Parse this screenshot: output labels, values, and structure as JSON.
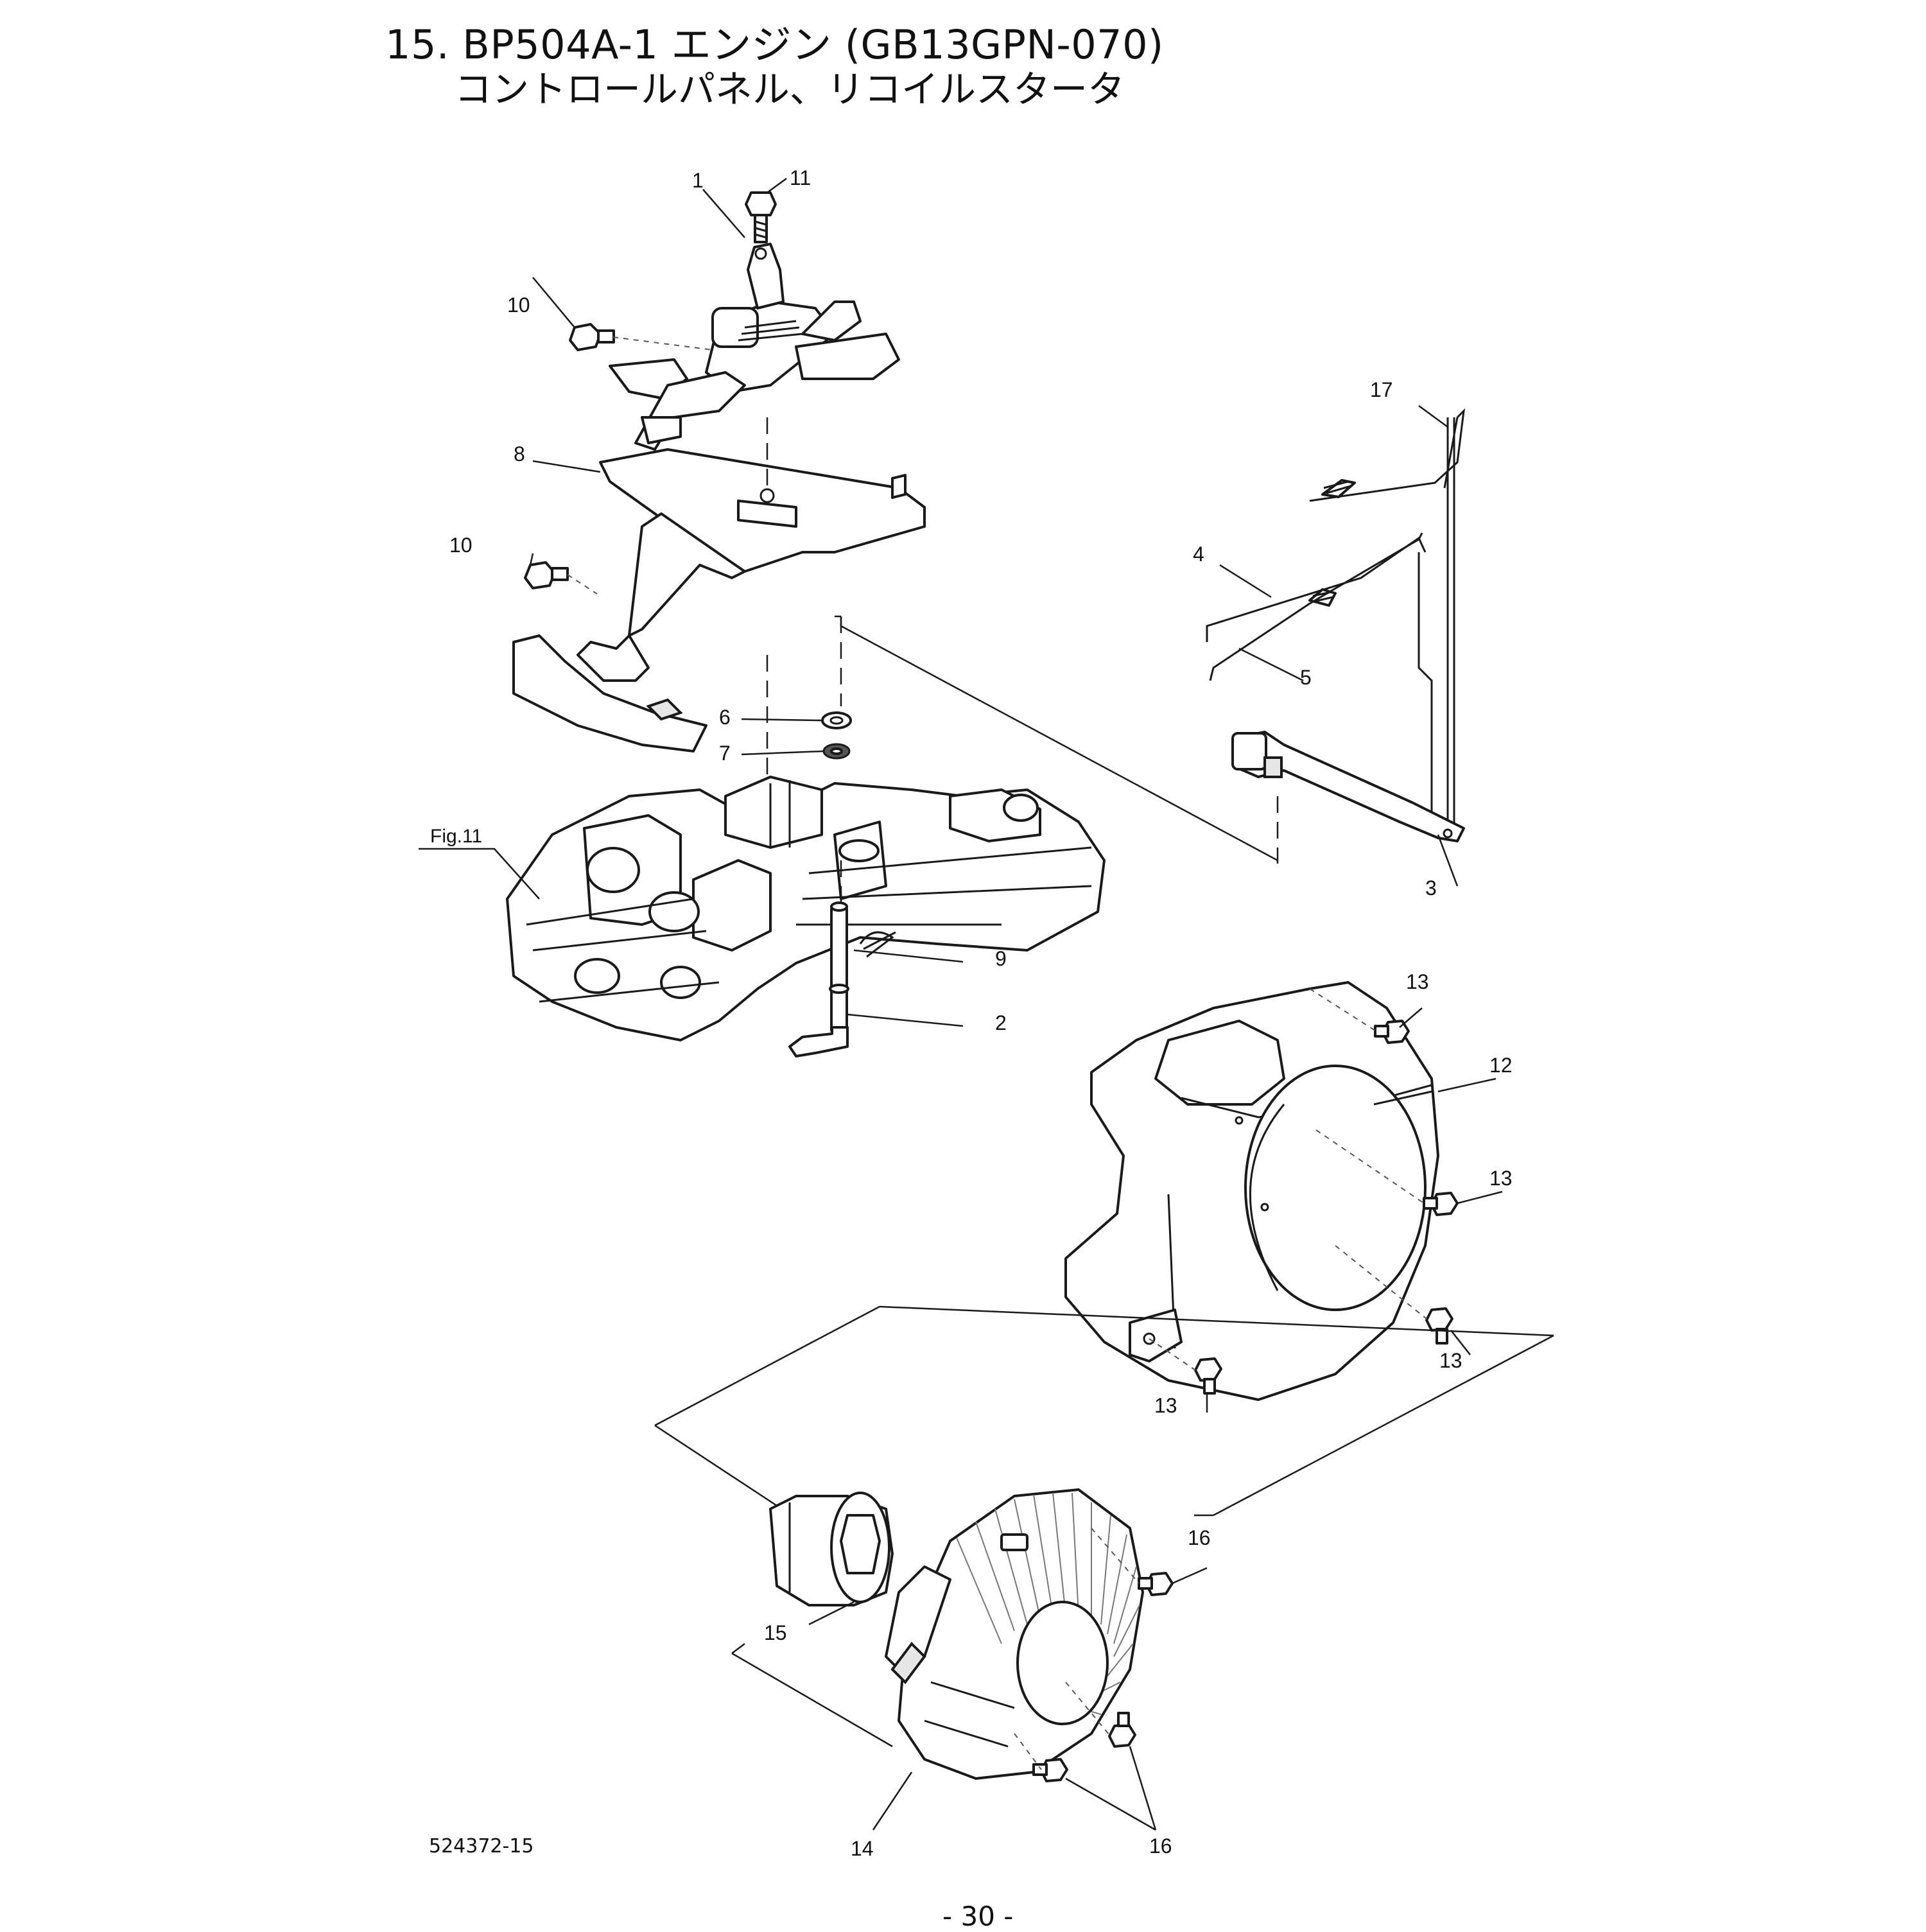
{
  "title": {
    "line1": "15. BP504A-1 エンジン (GB13GPN-070)",
    "line2": "コントロールパネル、リコイルスタータ"
  },
  "figure_reference": "Fig.11",
  "callouts": {
    "p1": "1",
    "p2": "2",
    "p3": "3",
    "p4": "4",
    "p5": "5",
    "p6": "6",
    "p7": "7",
    "p8": "8",
    "p9": "9",
    "p10a": "10",
    "p10b": "10",
    "p11": "11",
    "p12": "12",
    "p13a": "13",
    "p13b": "13",
    "p13c": "13",
    "p13d": "13",
    "p14": "14",
    "p15": "15",
    "p16a": "16",
    "p16b": "16",
    "p17": "17"
  },
  "document_code": "524372-15",
  "page_number": "- 30 -"
}
